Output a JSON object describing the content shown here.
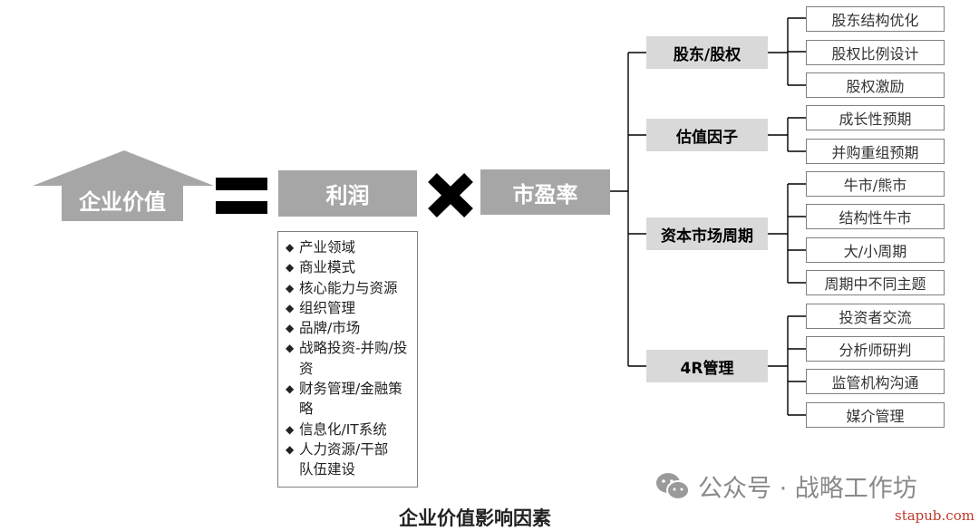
{
  "equation": {
    "enterprise_value": "企业价值",
    "profit": "利润",
    "pe_ratio": "市盈率"
  },
  "profit_factors": [
    "产业领域",
    "商业模式",
    "核心能力与资源",
    "组织管理",
    "品牌/市场",
    "战略投资-并购/投资",
    "财务管理/金融策略",
    "信息化/IT系统",
    "人力资源/干部队伍建设"
  ],
  "pe_categories": [
    {
      "label": "股东/股权",
      "items": [
        "股东结构优化",
        "股权比例设计",
        "股权激励"
      ]
    },
    {
      "label": "估值因子",
      "items": [
        "成长性预期",
        "并购重组预期"
      ]
    },
    {
      "label": "资本市场周期",
      "items": [
        "牛市/熊市",
        "结构性牛市",
        "大/小周期",
        "周期中不同主题"
      ]
    },
    {
      "label": "4R管理",
      "items": [
        "投资者交流",
        "分析师研判",
        "监管机构沟通",
        "媒介管理"
      ]
    }
  ],
  "caption": "企业价值影响因素",
  "watermark": {
    "icon": "wechat-icon",
    "text": "公众号 · 战略工作坊"
  },
  "site": "stapub.com",
  "colors": {
    "dark_box": "#a6a6a6",
    "light_box": "#d9d9d9",
    "outline": "#7f7f7f",
    "symbol": "#000000"
  }
}
